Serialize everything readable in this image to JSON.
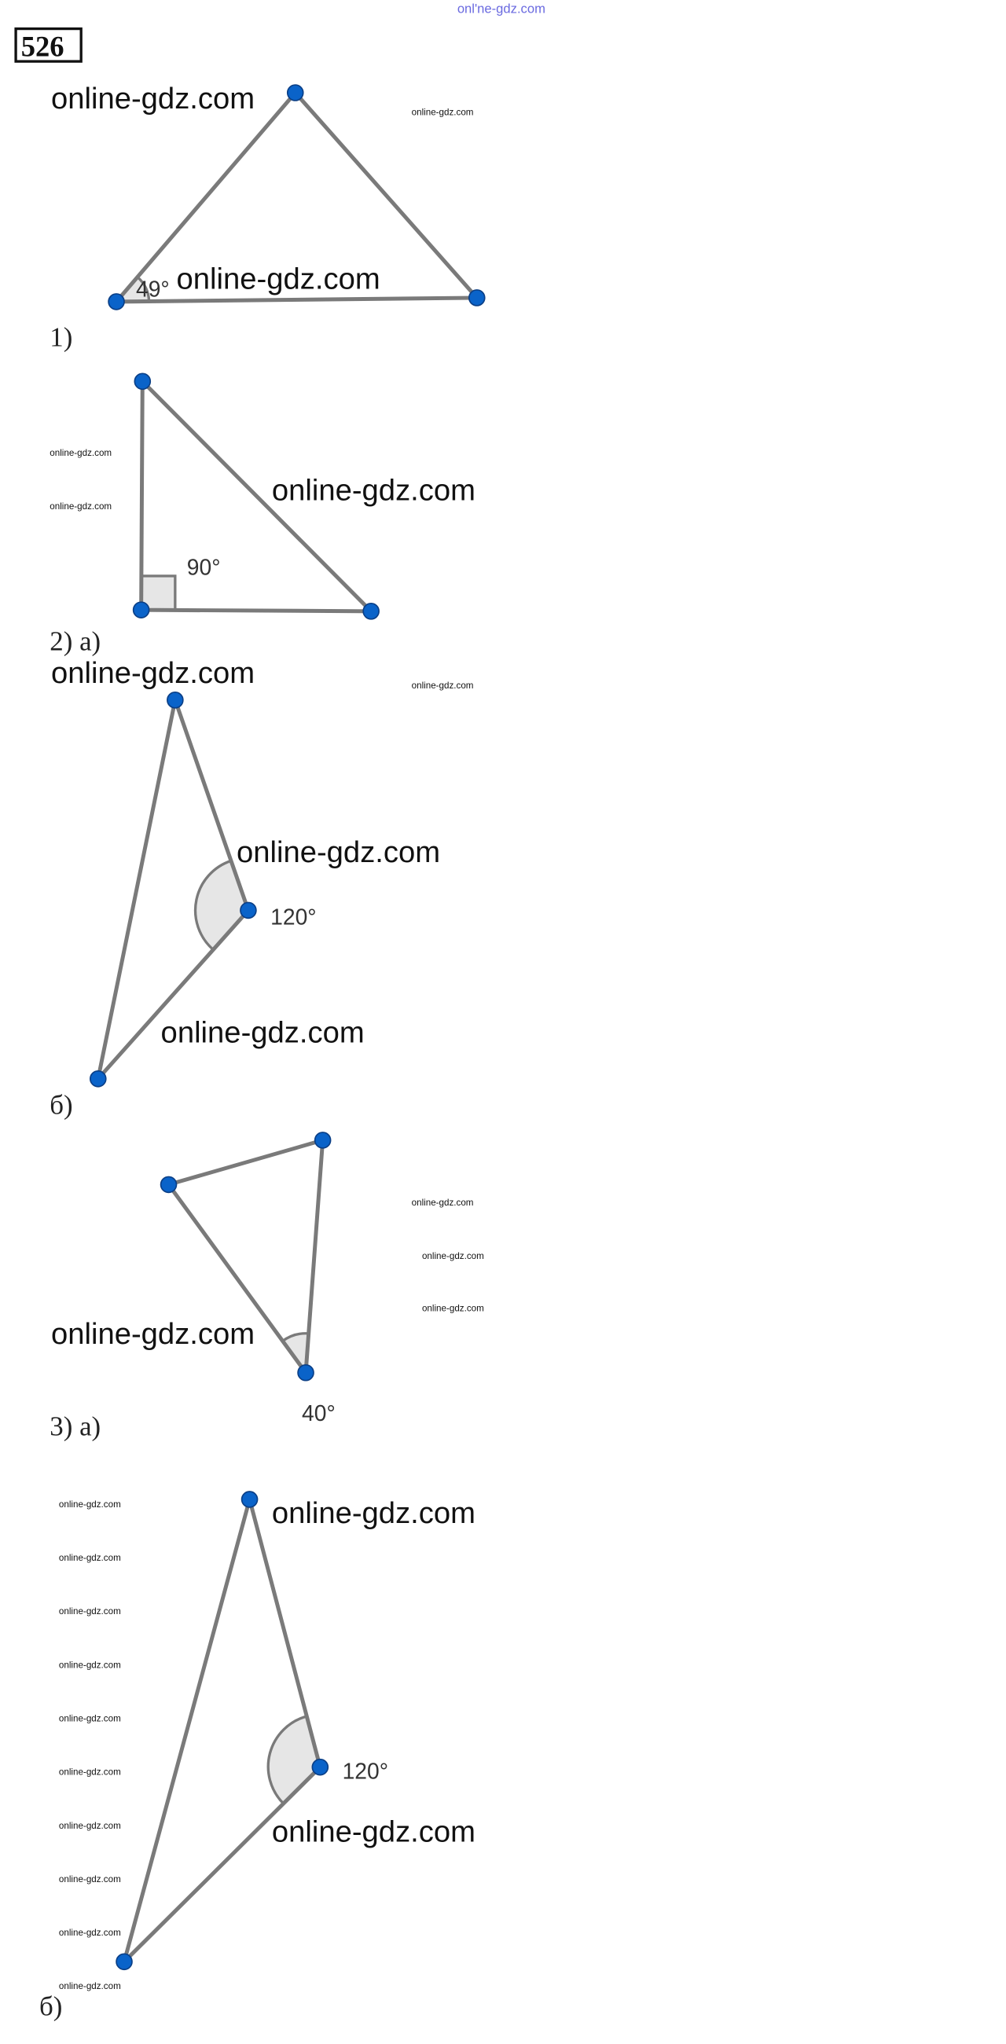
{
  "watermark": "online-gdz.com",
  "watermark_top": "onl'ne-gdz.com",
  "problem_number": "526",
  "figures": [
    {
      "label": "1)",
      "angle": "49°"
    },
    {
      "label": "2) а)",
      "angle": "90°"
    },
    {
      "label": "б)",
      "angle": "120°"
    },
    {
      "label": "3) а)",
      "angle": "40°"
    },
    {
      "label": "б)",
      "angle": "120°"
    }
  ],
  "colors": {
    "point": "#0a63c9",
    "edge": "#7a7a7a",
    "sector": "#e6e6e6"
  }
}
